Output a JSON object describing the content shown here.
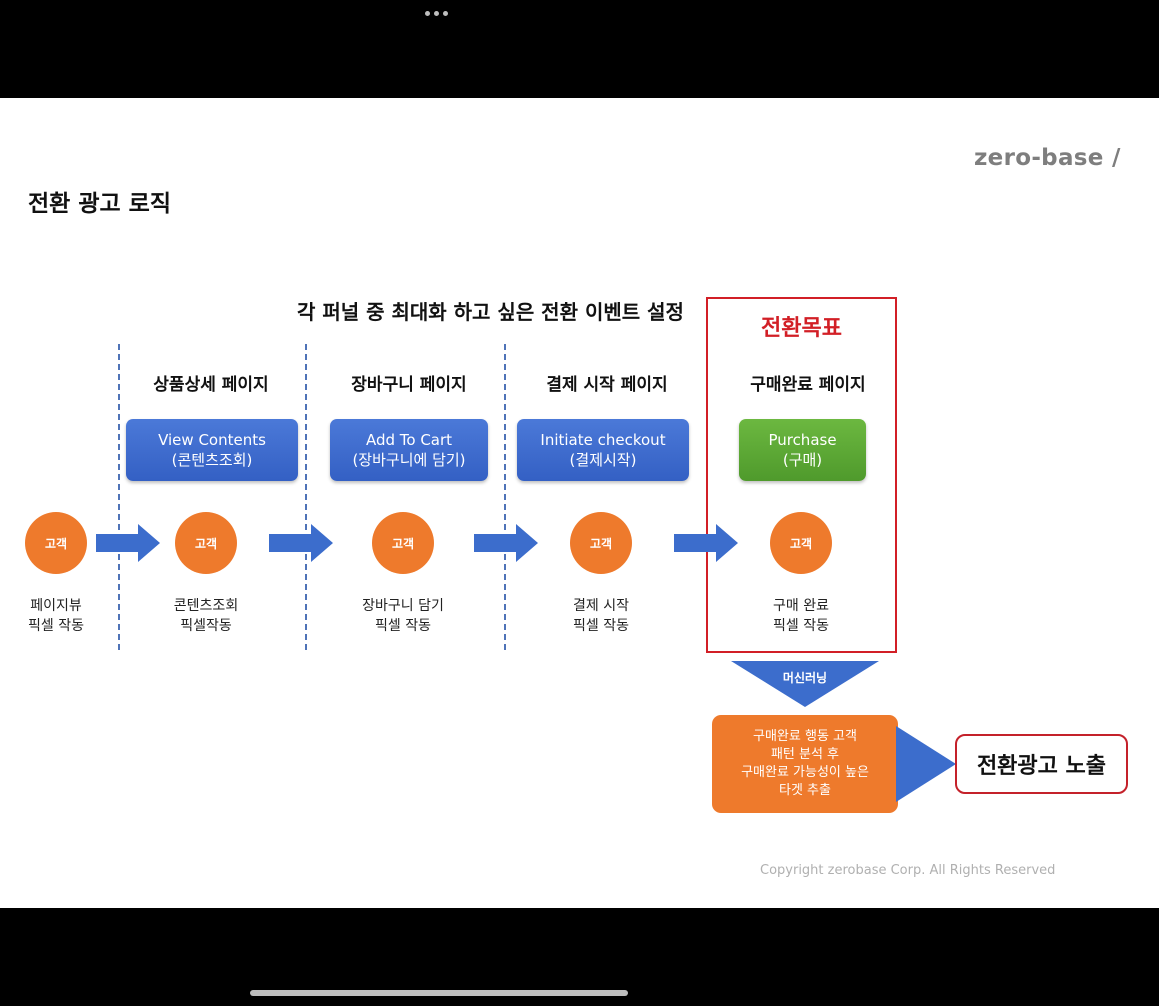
{
  "logo": "zero-base /",
  "slide_title": "전환 광고 로직",
  "headline": "각 퍼널 중 최대화 하고 싶은 전환 이벤트 설정",
  "goal_label": "전환목표",
  "stages": [
    {
      "page": "",
      "event": null,
      "customer": "고객",
      "pixel": [
        "페이지뷰",
        "픽셀 작동"
      ]
    },
    {
      "page": "상품상세 페이지",
      "event": {
        "line1": "View Contents",
        "line2": "(콘텐츠조회)",
        "color": "#3d6bd0"
      },
      "customer": "고객",
      "pixel": [
        "콘텐츠조회",
        "픽셀작동"
      ]
    },
    {
      "page": "장바구니 페이지",
      "event": {
        "line1": "Add To Cart",
        "line2": "(장바구니에 담기)",
        "color": "#3d6bd0"
      },
      "customer": "고객",
      "pixel": [
        "장바구니 담기",
        "픽셀 작동"
      ]
    },
    {
      "page": "결제 시작 페이지",
      "event": {
        "line1": "Initiate checkout",
        "line2": "(결제시작)",
        "color": "#3d6bd0"
      },
      "customer": "고객",
      "pixel": [
        "결제 시작",
        "픽셀 작동"
      ]
    },
    {
      "page": "구매완료 페이지",
      "event": {
        "line1": "Purchase",
        "line2": "(구매)",
        "color": "#5da936"
      },
      "customer": "고객",
      "pixel": [
        "구매 완료",
        "픽셀 작동"
      ]
    }
  ],
  "ml_label": "머신러닝",
  "insight": [
    "구매완료 행동 고객",
    "패턴 분석 후",
    "구매완료 가능성이 높은",
    "타겟 추출"
  ],
  "result": "전환광고 노출",
  "copyright": "Copyright zerobase Corp. All Rights Reserved",
  "colors": {
    "customer": "#ee7a2c",
    "arrow": "#3c6dcc",
    "goal_red": "#d21f26",
    "event_blue": "#3d6bd0",
    "event_green": "#5da936",
    "dashed_line": "#4f73b8"
  }
}
